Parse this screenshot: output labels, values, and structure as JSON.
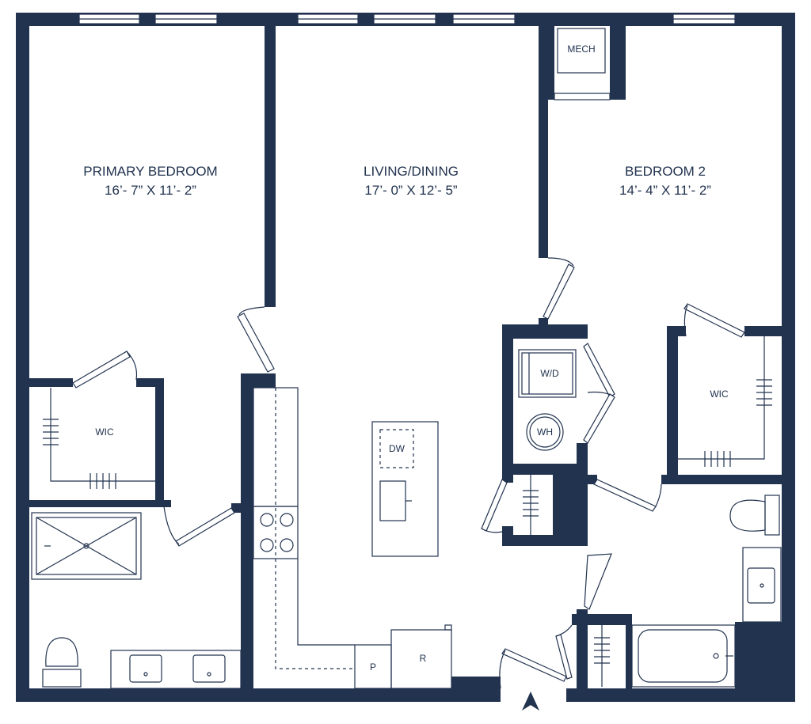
{
  "colors": {
    "wall": "#22334f",
    "background": "#ffffff"
  },
  "rooms": {
    "primary_bedroom": {
      "name": "PRIMARY BEDROOM",
      "size": "16’- 7” X 11’- 2”"
    },
    "living_dining": {
      "name": "LIVING/DINING",
      "size": "17’- 0” X 12’- 5”"
    },
    "bedroom2": {
      "name": "BEDROOM 2",
      "size": "14’- 4” X 11’- 2”"
    }
  },
  "labels": {
    "mech": "MECH",
    "wic_primary": "WIC",
    "wic_bedroom2": "WIC",
    "washer_dryer": "W/D",
    "water_heater": "WH",
    "dishwasher": "DW",
    "pantry": "P",
    "refrigerator": "R"
  },
  "icons": {
    "entry": "north-arrow-icon"
  }
}
